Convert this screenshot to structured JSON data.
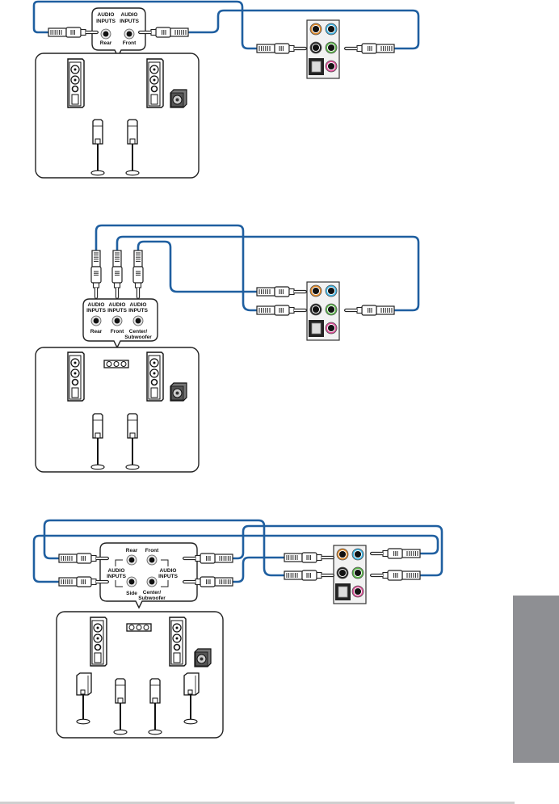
{
  "colors": {
    "cable": "#1f5fa0",
    "jack_orange": "#e08a2b",
    "jack_blue": "#3fb6e6",
    "jack_black": "#222222",
    "jack_green": "#5bb84a",
    "jack_pink": "#e0509a",
    "side_tab": "#8e8f93"
  },
  "diagrams": [
    {
      "id": "4-channel",
      "labels": {
        "inputs": "AUDIO\nINPUTS",
        "rear": "Rear",
        "front": "Front"
      }
    },
    {
      "id": "6-channel",
      "labels": {
        "inputs": "AUDIO\nINPUTS",
        "rear": "Rear",
        "front": "Front",
        "center": "Center/\nSubwoofer"
      }
    },
    {
      "id": "8-channel",
      "labels": {
        "inputs": "AUDIO\nINPUTS",
        "rear": "Rear",
        "front": "Front",
        "side": "Side",
        "center": "Center/\nSubwoofer"
      }
    }
  ],
  "text": {
    "audio": "AUDIO",
    "inputs": "INPUTS",
    "rear": "Rear",
    "front": "Front",
    "side": "Side",
    "center": "Center/",
    "subwoofer": "Subwoofer"
  }
}
